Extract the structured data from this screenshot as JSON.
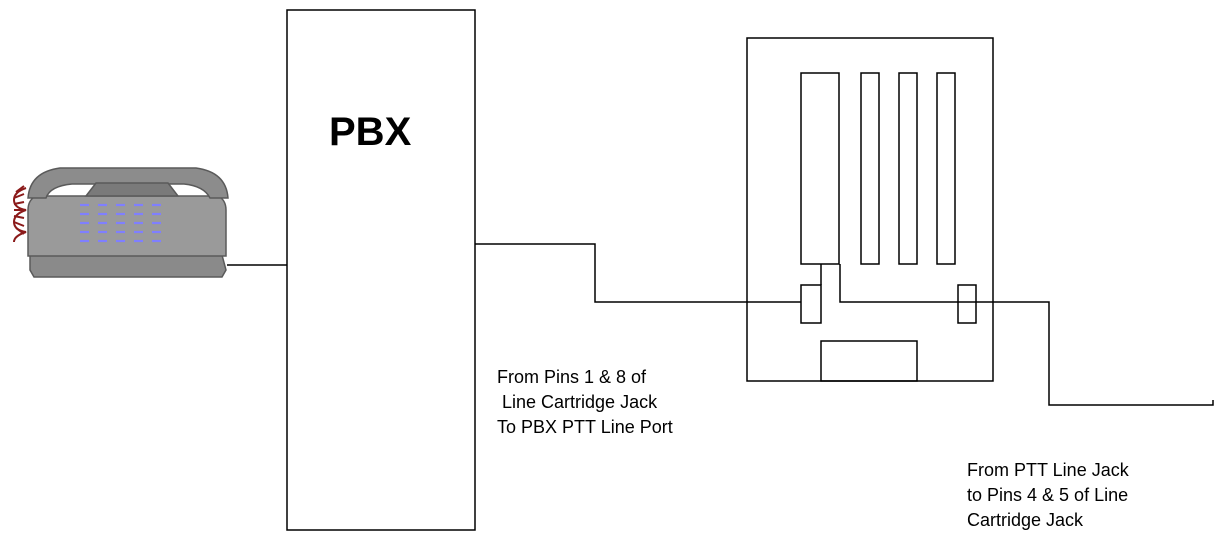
{
  "pbx": {
    "label": "PBX"
  },
  "notes": {
    "pbx_side": {
      "lines": [
        "From Pins 1 & 8 of",
        " Line Cartridge Jack",
        "To PBX PTT Line Port"
      ]
    },
    "ptt_side": {
      "lines": [
        "From PTT Line Jack",
        "to Pins 4 & 5 of Line",
        "Cartridge Jack"
      ]
    }
  },
  "colors": {
    "line": "#000000",
    "phone_body": "#9a9a9a",
    "phone_dark": "#6e6e6e",
    "keypad": "#7f7fff",
    "cord": "#8b1a1a"
  },
  "icons": {
    "phone": "desk-telephone-icon"
  }
}
